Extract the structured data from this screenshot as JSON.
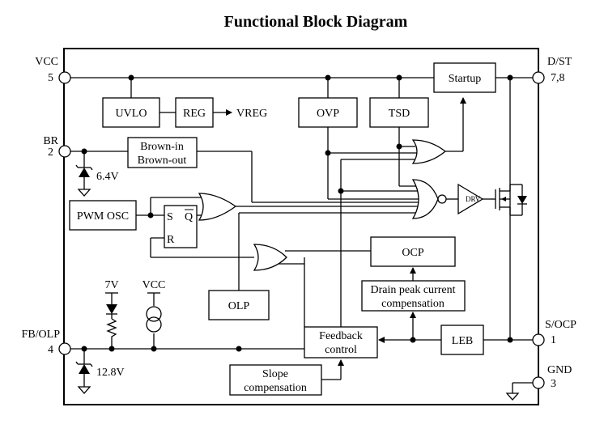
{
  "title": "Functional Block Diagram",
  "pins": {
    "vcc": {
      "name": "VCC",
      "number": "5"
    },
    "br": {
      "name": "BR",
      "number": "2"
    },
    "fbolp": {
      "name": "FB/OLP",
      "number": "4"
    },
    "dst": {
      "name": "D/ST",
      "number": "7,8"
    },
    "socp": {
      "name": "S/OCP",
      "number": "1"
    },
    "gnd": {
      "name": "GND",
      "number": "3"
    }
  },
  "blocks": {
    "uvlo": "UVLO",
    "reg": "REG",
    "vreg": "VREG",
    "ovp": "OVP",
    "tsd": "TSD",
    "startup": "Startup",
    "brown_line1": "Brown-in",
    "brown_line2": "Brown-out",
    "pwm_osc": "PWM OSC",
    "ff_s": "S",
    "ff_r": "R",
    "ff_q": "Q",
    "drv": "DRV",
    "ocp": "OCP",
    "drain_line1": "Drain peak current",
    "drain_line2": "compensation",
    "olp": "OLP",
    "feedback_line1": "Feedback",
    "feedback_line2": "control",
    "leb": "LEB",
    "slope_line1": "Slope",
    "slope_line2": "compensation"
  },
  "labels": {
    "zener_br": "6.4V",
    "v7": "7V",
    "vcc_src": "VCC",
    "zener_fb": "12.8V"
  }
}
